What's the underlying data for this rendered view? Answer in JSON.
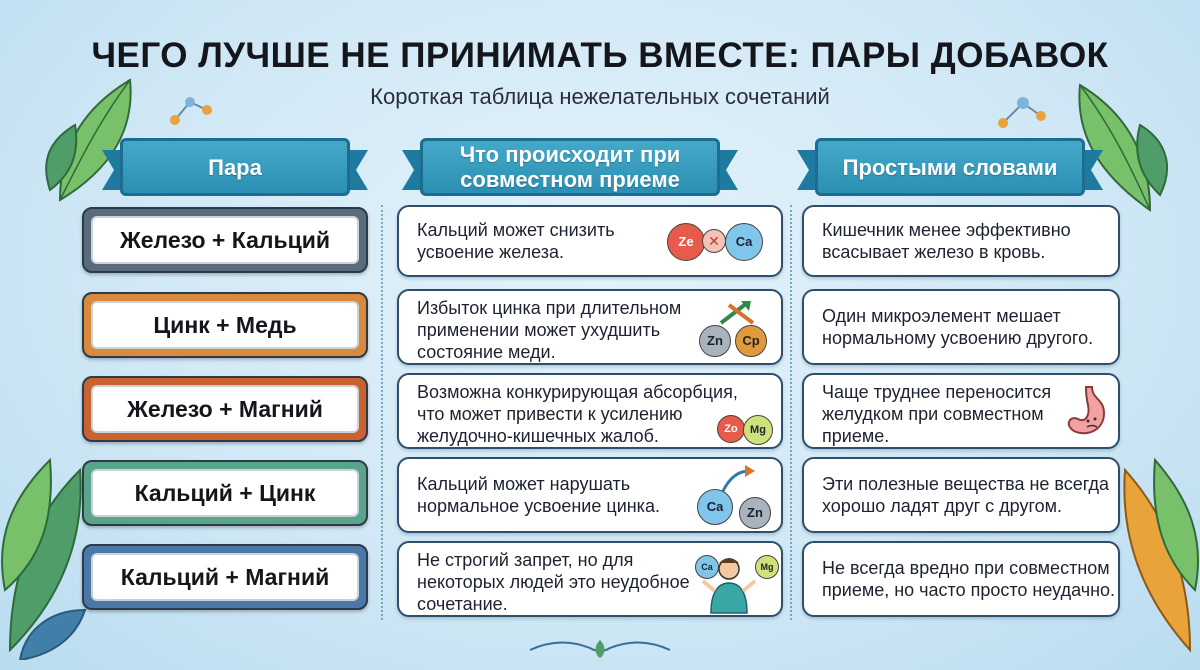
{
  "header": {
    "title": "ЧЕГО ЛУЧШЕ НЕ ПРИНИМАТЬ ВМЕСТЕ: ПАРЫ ДОБАВОК",
    "subtitle": "Короткая таблица нежелательных сочетаний"
  },
  "columns": {
    "pair": "Пара",
    "effect": "Что происходит при совместном приеме",
    "plain": "Простыми словами"
  },
  "rows": [
    {
      "pair": "Железо + Кальций",
      "effect": [
        "Кальций может снизить",
        "усвоение железа."
      ],
      "plain": [
        "Кишечник менее эффективно",
        "всасывает железо в кровь."
      ],
      "icons": [
        "Ze",
        "Ca"
      ],
      "frame_color": "#5a6b7d"
    },
    {
      "pair": "Цинк + Медь",
      "effect": [
        "Избыток цинка при длительном",
        "применении может ухудшить",
        "состояние меди."
      ],
      "plain": [
        "Один микроэлемент мешает",
        "нормальному усвоению другого."
      ],
      "icons": [
        "Zn",
        "Cp"
      ],
      "frame_color": "#d98a3d"
    },
    {
      "pair": "Железо + Магний",
      "effect": [
        "Возможна конкурирующая абсорбция,",
        "что может привести к усилению",
        "желудочно-кишечных жалоб."
      ],
      "plain": [
        "Чаще труднее переносится",
        "желудком при совместном",
        "приеме."
      ],
      "icons": [
        "Zo",
        "Mg"
      ],
      "frame_color": "#c9622f"
    },
    {
      "pair": "Кальций + Цинк",
      "effect": [
        "Кальций может нарушать",
        "нормальное усвоение цинка."
      ],
      "plain": [
        "Эти полезные вещества не всегда",
        "хорошо ладят друг с другом."
      ],
      "icons": [
        "Ca",
        "Zn"
      ],
      "frame_color": "#5aa48a"
    },
    {
      "pair": "Кальций + Магний",
      "effect": [
        "Не строгий запрет, но для",
        "некоторых людей это неудобное",
        "сочетание."
      ],
      "plain": [
        "Не всегда вредно при совместном",
        "приеме, но часто просто неудачно."
      ],
      "icons": [
        "Ca",
        "Mg"
      ],
      "frame_color": "#4a78a8"
    }
  ],
  "colors": {
    "banner": "#2b8fb3",
    "cell_border": "#2d4f6b",
    "divider": "#6fa8c8"
  }
}
